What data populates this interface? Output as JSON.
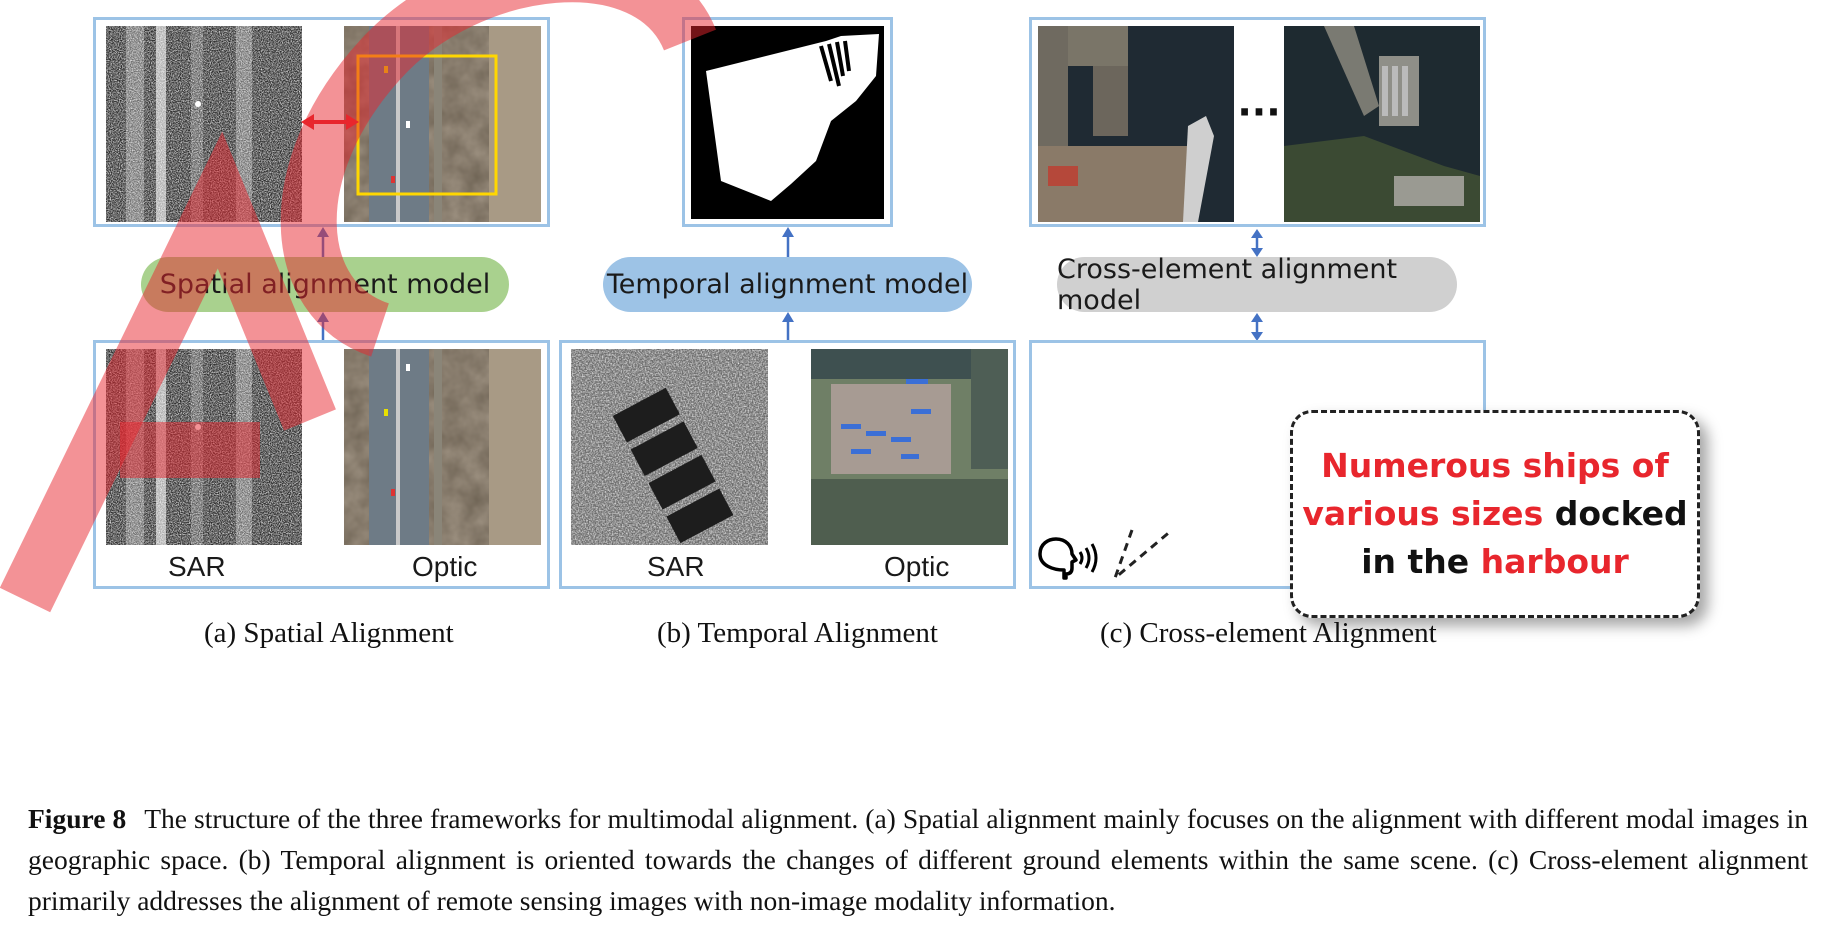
{
  "panels": {
    "a": {
      "model_label": "Spatial alignment model",
      "left_label": "SAR",
      "right_label": "Optic",
      "caption": "(a) Spatial Alignment"
    },
    "b": {
      "model_label": "Temporal alignment model",
      "left_label": "SAR",
      "right_label": "Optic",
      "caption": "(b) Temporal Alignment"
    },
    "c": {
      "model_label": "Cross-element alignment model",
      "ellipsis": "···",
      "bubble": {
        "part1": "Numerous ships of",
        "part2": "various sizes",
        "part3": " docked",
        "part4": "in the ",
        "part5": "harbour"
      },
      "caption": "(c) Cross-element Alignment"
    }
  },
  "figure_caption": {
    "label": "Figure 8",
    "text": "The structure of the three frameworks for multimodal alignment. (a) Spatial alignment mainly focuses on the alignment with different modal images in geographic space. (b) Temporal alignment is oriented towards the changes of different ground elements within the same scene. (c) Cross-element alignment primarily addresses the alignment of remote sensing images with non-image modality information."
  },
  "colors": {
    "frame_border": "#9cc3e6",
    "arrow_blue": "#4472c4",
    "pill_green": "#a9d18e",
    "pill_blue": "#9dc3e6",
    "pill_gray": "#d0d0d0",
    "highlight_red": "#e8262d",
    "selection_yellow": "#ffd700"
  },
  "icons": {
    "speaker": "speaking-head-icon",
    "double_arrow": "red-double-arrow-icon"
  }
}
